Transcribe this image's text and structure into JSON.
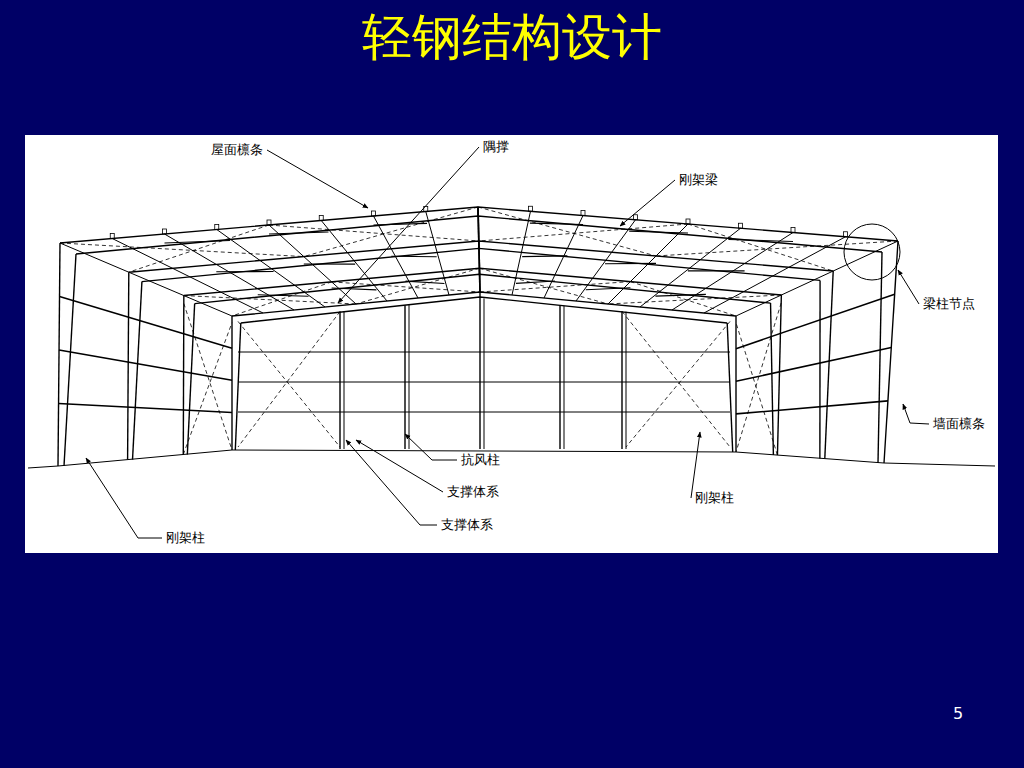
{
  "diagram": {
    "title": "轻钢结构设计",
    "labels": [
      "屋面檩条",
      "隅撑",
      "刚架梁",
      "梁柱节点",
      "墙面檩条",
      "抗风柱",
      "支撑体系",
      "刚架柱",
      "支撑体系",
      "刚架柱",
      "5"
    ]
  }
}
